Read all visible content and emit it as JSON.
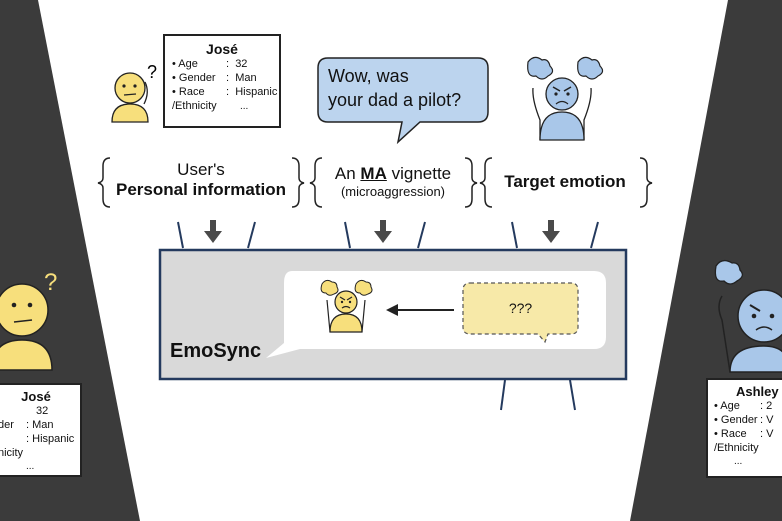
{
  "user_card_left_top": {
    "name": "José",
    "rows": [
      {
        "label": "• Age",
        "sep": ":",
        "value": "32"
      },
      {
        "label": "• Gender",
        "sep": ":",
        "value": "Man"
      },
      {
        "label": "• Race",
        "sep": ":",
        "value": "Hispanic"
      },
      {
        "label": "/Ethnicity",
        "sep": "",
        "value": "..."
      }
    ]
  },
  "vignette_bubble": {
    "line1": "Wow, was",
    "line2": "your dad a pilot?"
  },
  "inputs": {
    "personal": {
      "line1": "User's",
      "line2": "Personal information"
    },
    "vignette": {
      "prefix": "An ",
      "ma": "MA",
      "suffix": " vignette",
      "sub": "(microaggression)"
    },
    "emotion": {
      "label": "Target emotion"
    }
  },
  "model": {
    "name": "EmoSync",
    "output_placeholder": "???"
  },
  "left_panel_card": {
    "name": "José",
    "rows": [
      {
        "label": "",
        "sep": "",
        "value": "32"
      },
      {
        "label": "der",
        "sep": ":",
        "value": "Man"
      },
      {
        "label": "",
        "sep": ":",
        "value": "Hispanic"
      },
      {
        "label": "nicity",
        "sep": "",
        "value": ""
      },
      {
        "label": "...",
        "sep": "",
        "value": ""
      }
    ]
  },
  "right_panel_card": {
    "name": "Ashley",
    "rows": [
      {
        "label": "• Age",
        "sep": ":",
        "value": "2"
      },
      {
        "label": "• Gender",
        "sep": ":",
        "value": "V"
      },
      {
        "label": "• Race",
        "sep": ":",
        "value": "V"
      },
      {
        "label": "/Ethnicity",
        "sep": "",
        "value": ""
      },
      {
        "label": "...",
        "sep": "",
        "value": ""
      }
    ]
  },
  "colors": {
    "panel_dark": "#3b3b3b",
    "emoji_yellow": "#f7df7c",
    "emoji_blue": "#a9c7e9",
    "bubble_blue": "#bcd4ee",
    "placeholder_yellow": "#f7e9a8",
    "model_gray": "#d9d9d9",
    "model_border": "#243a5e"
  },
  "icons": [
    "confused-person-icon",
    "angry-person-icon",
    "speech-bubble-icon",
    "arrow-down-icon",
    "arrow-left-icon",
    "question-mark-icon"
  ]
}
